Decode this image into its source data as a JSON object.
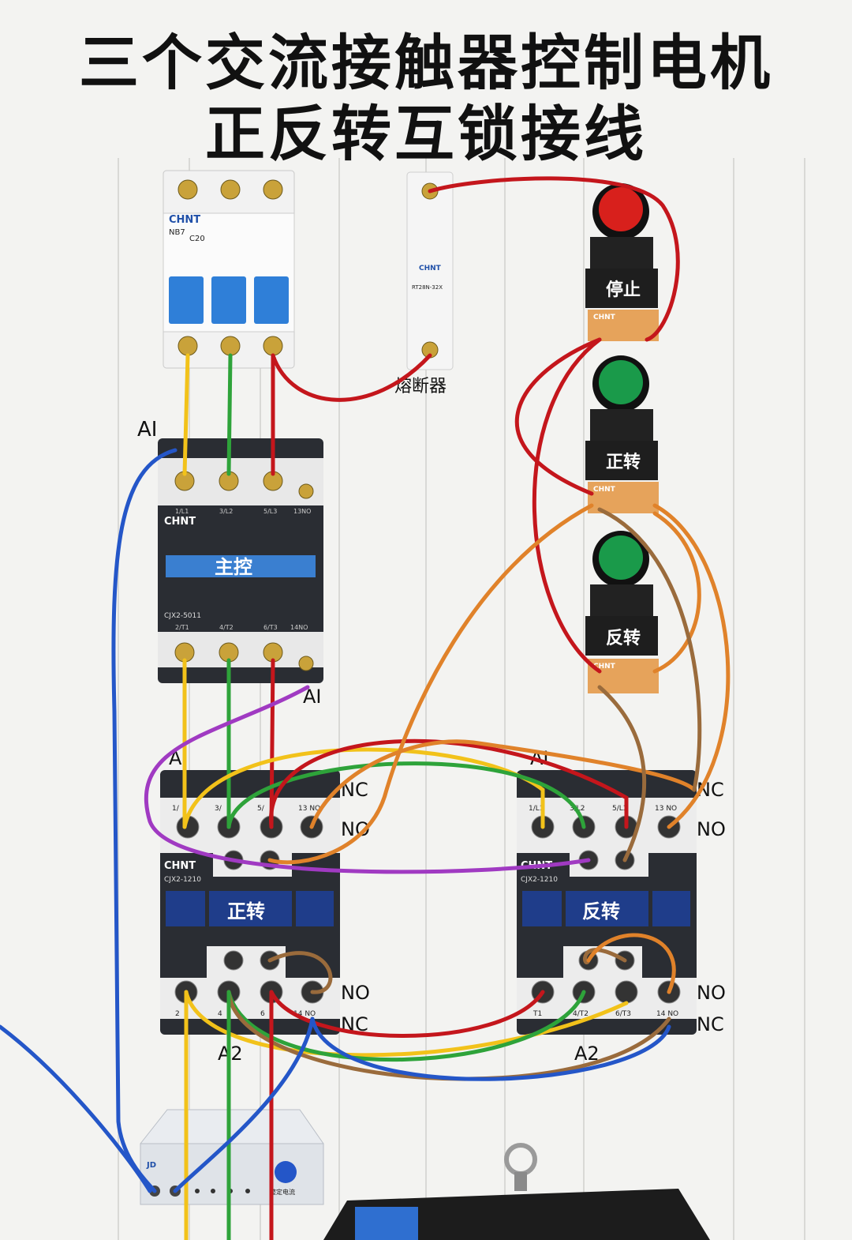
{
  "title": {
    "line1": "三个交流接触器控制电机",
    "line2": "正反转互锁接线"
  },
  "breaker": {
    "brand": "CHNT",
    "model": "NB7",
    "rating": "C20"
  },
  "fuse": {
    "brand": "CHNT",
    "model": "RT28N-32X",
    "label": "熔断器"
  },
  "buttons": {
    "stop": "停止",
    "forward": "正转",
    "reverse": "反转",
    "brand": "CHNT"
  },
  "main_contactor": {
    "brand": "CHNT",
    "model": "CJX2-5011",
    "label": "主控",
    "top_terminals": [
      "1/L1",
      "3/L2",
      "5/L3",
      "13NO"
    ],
    "bottom_terminals": [
      "2/T1",
      "4/T2",
      "6/T3",
      "14NO"
    ],
    "coil_label_a1": "AI",
    "coil_label_a1b": "AI"
  },
  "forward_contactor": {
    "brand": "CHNT",
    "model": "CJX2-1210",
    "label": "正转",
    "top_terminals": [
      "1/",
      "3/",
      "5/",
      "13 NO"
    ],
    "bottom_terminals": [
      "2",
      "4",
      "6",
      "14 NO"
    ],
    "a1": "AI",
    "a2": "A2",
    "top_no": "NO",
    "top_nc": "NC",
    "bottom_no": "NO",
    "bottom_nc": "NC"
  },
  "reverse_contactor": {
    "brand": "CHNT",
    "model": "CJX2-1210",
    "label": "反转",
    "top_terminals": [
      "1/L1",
      "3/L2",
      "5/L3",
      "13 NO"
    ],
    "bottom_terminals": [
      "T1",
      "4/T2",
      "6/T3",
      "14 NO"
    ],
    "a1": "AI",
    "a2": "A2",
    "top_no": "NO",
    "top_nc": "NC",
    "bottom_no": "NO",
    "bottom_nc": "NC"
  },
  "overload_relay": {
    "brand": "JD",
    "knob_label": "整定电流"
  },
  "colors": {
    "wire_yellow": "#f2c21a",
    "wire_green": "#2ea33a",
    "wire_red": "#c4161c",
    "wire_blue": "#2456c8",
    "wire_orange": "#e0822a",
    "wire_brown": "#9a6b3c",
    "wire_purple": "#a03ac2",
    "button_red": "#d8201c",
    "button_green": "#1a9a4a",
    "contactor_body": "#2a2d33",
    "label_blue": "#1f4fa8"
  }
}
